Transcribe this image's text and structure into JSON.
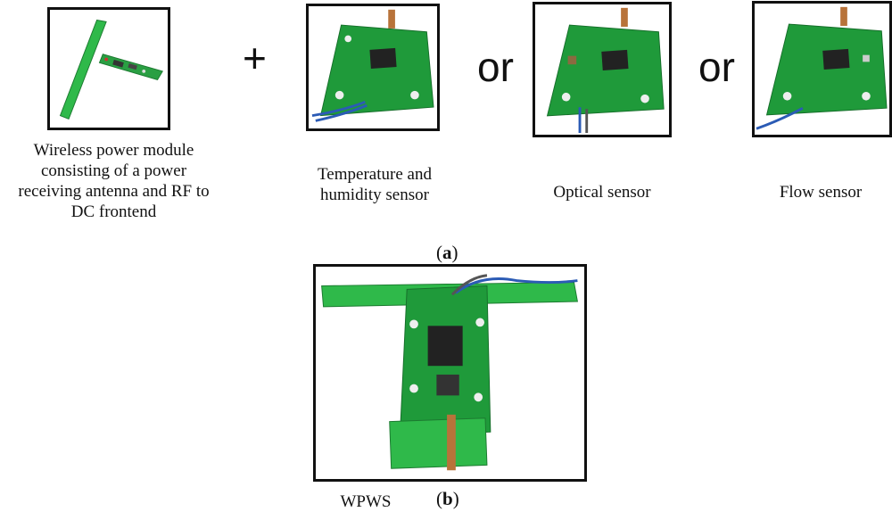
{
  "panel_a": {
    "label_open": "(",
    "label_letter": "a",
    "label_close": ")",
    "plus_symbol": "+",
    "or_word_1": "or",
    "or_word_2": "or",
    "items": [
      {
        "caption": "Wireless power module consisting of a power receiving antenna and RF to DC frontend"
      },
      {
        "caption": "Temperature and humidity sensor"
      },
      {
        "caption": "Optical sensor"
      },
      {
        "caption": "Flow sensor"
      }
    ]
  },
  "panel_b": {
    "label_open": "(",
    "label_letter": "b",
    "label_close": ")",
    "caption": "WPWS"
  },
  "colors": {
    "pcb_green": "#1f9a3a",
    "antenna_green": "#2fb94a",
    "frame_border": "#111111",
    "copper": "#b8733a"
  }
}
